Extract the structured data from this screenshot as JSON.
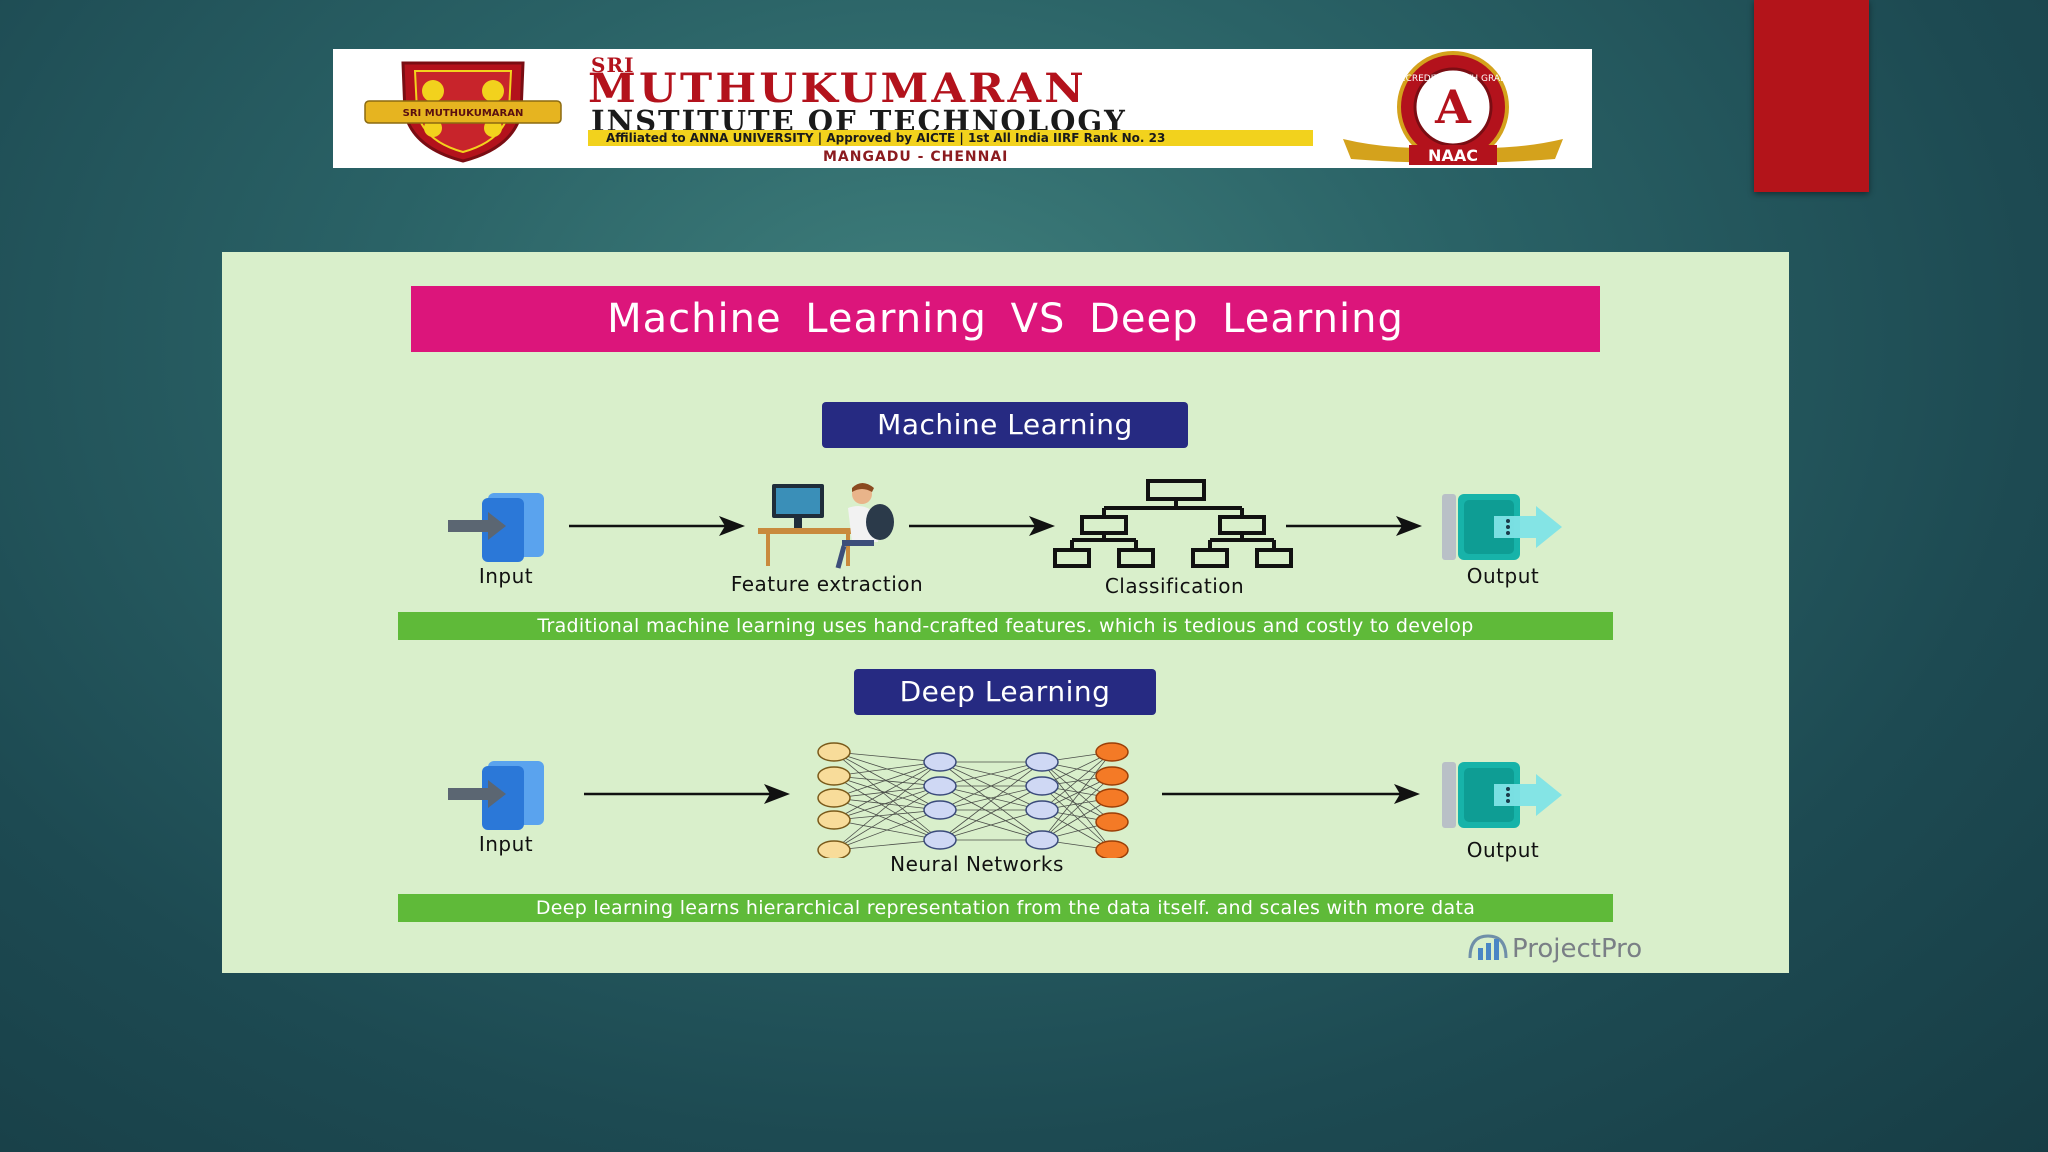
{
  "banner": {
    "prefix": "SRI",
    "name": "MUTHUKUMARAN",
    "subtitle": "INSTITUTE OF TECHNOLOGY",
    "affiliation": "Affiliated to ANNA UNIVERSITY | Approved by AICTE | 1st All India IIRF Rank No. 23",
    "location": "MANGADU - CHENNAI",
    "badge_grade": "A",
    "badge_text": "NAAC",
    "badge_ring_text": "ACCREDITED WITH GRADE",
    "crest_text": "SRI MUTHUKUMARAN"
  },
  "infographic": {
    "title": "Machine Learning  VS  Deep Learning",
    "machine_learning": {
      "label": "Machine Learning",
      "steps": [
        "Input",
        "Feature extraction",
        "Classification",
        "Output"
      ],
      "note": "Traditional machine learning uses hand-crafted features. which is tedious and costly to develop"
    },
    "deep_learning": {
      "label": "Deep Learning",
      "steps": [
        "Input",
        "Neural Networks",
        "Output"
      ],
      "note": "Deep learning learns hierarchical representation from the data itself. and scales with more data"
    },
    "brand": "ProjectPro"
  },
  "colors": {
    "background": "#1d4a52",
    "panel": "#d9efcb",
    "title_bar": "#dc157b",
    "section_label": "#262a82",
    "note_bar": "#5fba39",
    "accent_tab": "#b3141a"
  }
}
